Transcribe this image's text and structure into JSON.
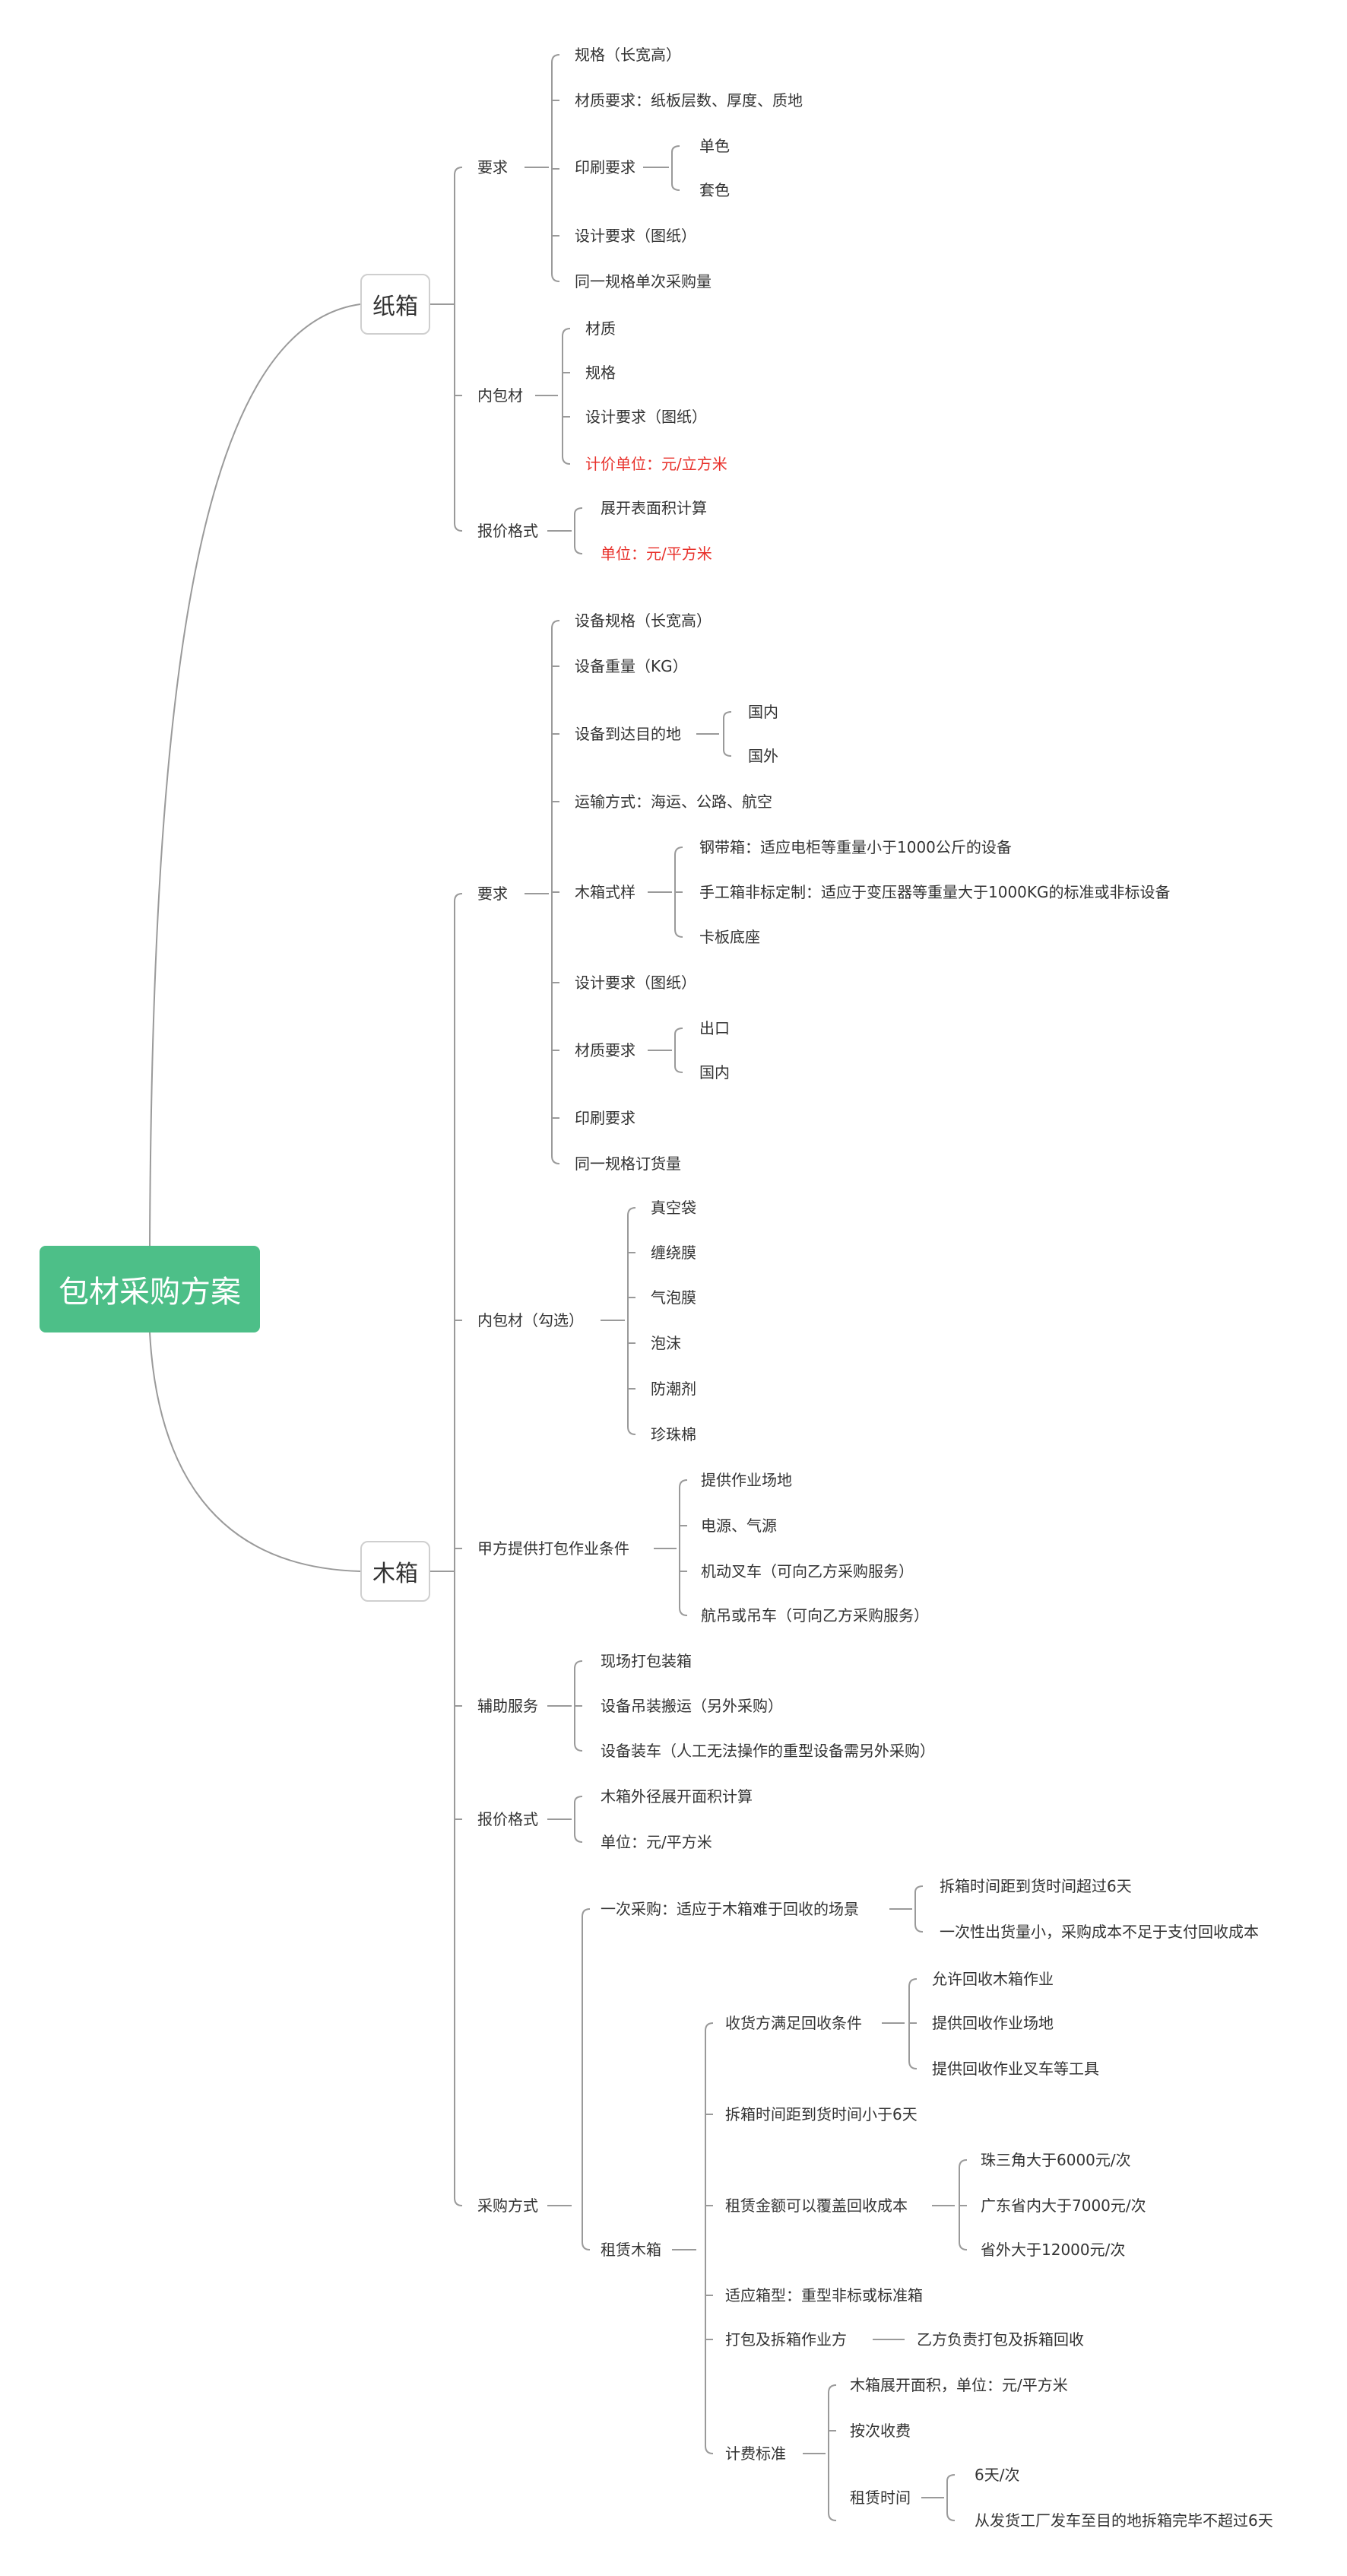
{
  "root": "包材采购方案",
  "carton": {
    "label": "纸箱",
    "req": {
      "label": "要求",
      "spec": "规格（长宽高）",
      "material": "材质要求：纸板层数、厚度、质地",
      "print": "印刷要求",
      "mono": "单色",
      "color": "套色",
      "design": "设计要求（图纸）",
      "qty": "同一规格单次采购量"
    },
    "inner": {
      "label": "内包材",
      "material": "材质",
      "spec": "规格",
      "design": "设计要求（图纸）",
      "unit": "计价单位：元/立方米"
    },
    "quote": {
      "label": "报价格式",
      "area": "展开表面积计算",
      "unit": "单位：元/平方米"
    }
  },
  "crate": {
    "label": "木箱",
    "req": {
      "label": "要求",
      "spec": "设备规格（长宽高）",
      "weight": "设备重量（KG）",
      "dest": "设备到达目的地",
      "domestic": "国内",
      "abroad": "国外",
      "transport": "运输方式：海运、公路、航空",
      "style": "木箱式样",
      "steel": "钢带箱：适应电柜等重量小于1000公斤的设备",
      "custom": "手工箱非标定制：适应于变压器等重量大于1000KG的标准或非标设备",
      "pallet": "卡板底座",
      "design": "设计要求（图纸）",
      "material": "材质要求",
      "export": "出口",
      "domestic2": "国内",
      "print": "印刷要求",
      "qty": "同一规格订货量"
    },
    "inner": {
      "label": "内包材（勾选）",
      "items": [
        "真空袋",
        "缠绕膜",
        "气泡膜",
        "泡沫",
        "防潮剂",
        "珍珠棉"
      ]
    },
    "party_a": {
      "label": "甲方提供打包作业条件",
      "items": [
        "提供作业场地",
        "电源、气源",
        "机动叉车（可向乙方采购服务）",
        "航吊或吊车（可向乙方采购服务）"
      ]
    },
    "aux": {
      "label": "辅助服务",
      "items": [
        "现场打包装箱",
        "设备吊装搬运（另外采购）",
        "设备装车（人工无法操作的重型设备需另外采购）"
      ]
    },
    "quote": {
      "label": "报价格式",
      "area": "木箱外径展开面积计算",
      "unit": "单位：元/平方米"
    },
    "purchase": {
      "label": "采购方式",
      "once": {
        "label": "一次采购：适应于木箱难于回收的场景",
        "a": "拆箱时间距到货时间超过6天",
        "b": "一次性出货量小，采购成本不足于支付回收成本"
      },
      "rent": {
        "label": "租赁木箱",
        "recv": {
          "label": "收货方满足回收条件",
          "items": [
            "允许回收木箱作业",
            "提供回收作业场地",
            "提供回收作业叉车等工具"
          ]
        },
        "lt6": "拆箱时间距到货时间小于6天",
        "cost": {
          "label": "租赁金额可以覆盖回收成本",
          "items": [
            "珠三角大于6000元/次",
            "广东省内大于7000元/次",
            "省外大于12000元/次"
          ]
        },
        "type": "适应箱型：重型非标或标准箱",
        "pack": {
          "label": "打包及拆箱作业方",
          "party": "乙方负责打包及拆箱回收"
        },
        "fee": {
          "label": "计费标准",
          "area": "木箱展开面积，单位：元/平方米",
          "times": "按次收费",
          "time": {
            "label": "租赁时间",
            "per": "6天/次",
            "limit": "从发货工厂发车至目的地拆箱完毕不超过6天"
          }
        }
      }
    }
  }
}
